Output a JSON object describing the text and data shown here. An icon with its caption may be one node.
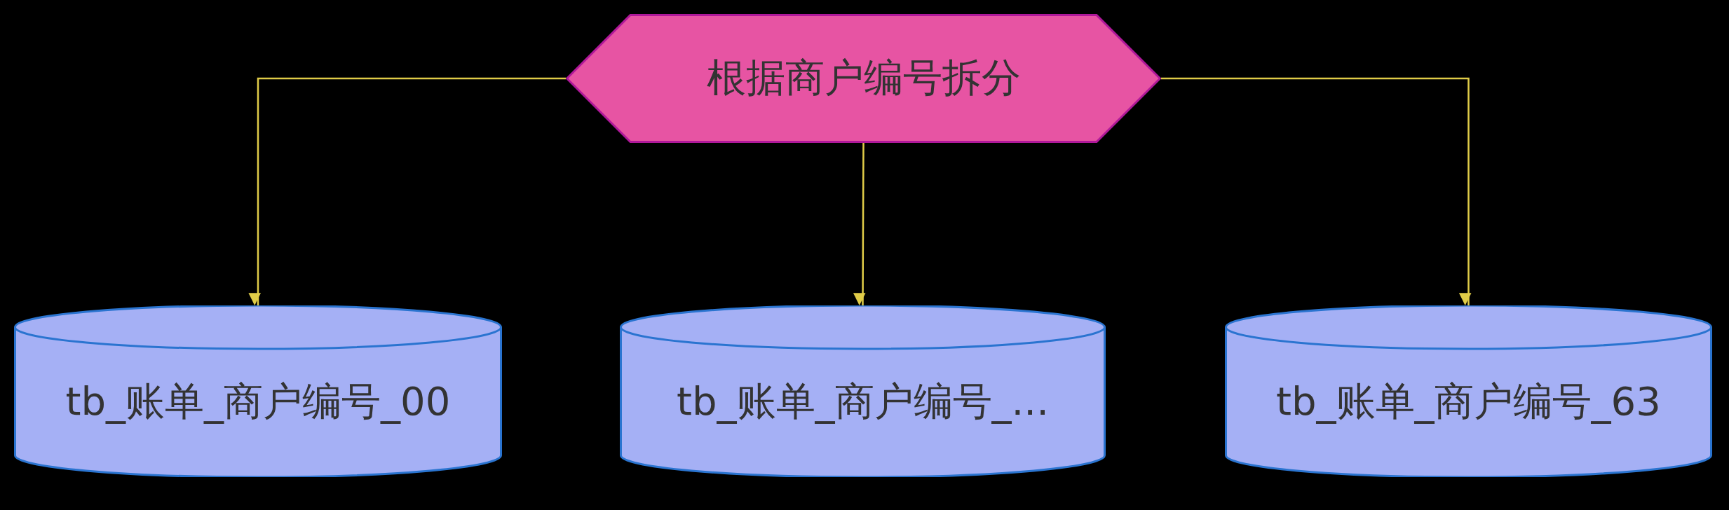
{
  "diagram": {
    "nodes": [
      {
        "text": [
          "根据商户编号拆分"
        ]
      },
      {
        "text": [
          "tb_账单_商户编号_00"
        ]
      },
      {
        "text": [
          "tb_账单_商户编号_..."
        ]
      },
      {
        "text": [
          "tb_账单_商户编号_63"
        ]
      }
    ],
    "edges": [
      {
        "from": 0,
        "to": 1,
        "arrow": "to"
      },
      {
        "from": 0,
        "to": 2,
        "arrow": "to"
      },
      {
        "from": 0,
        "to": 3,
        "arrow": "to"
      }
    ]
  }
}
